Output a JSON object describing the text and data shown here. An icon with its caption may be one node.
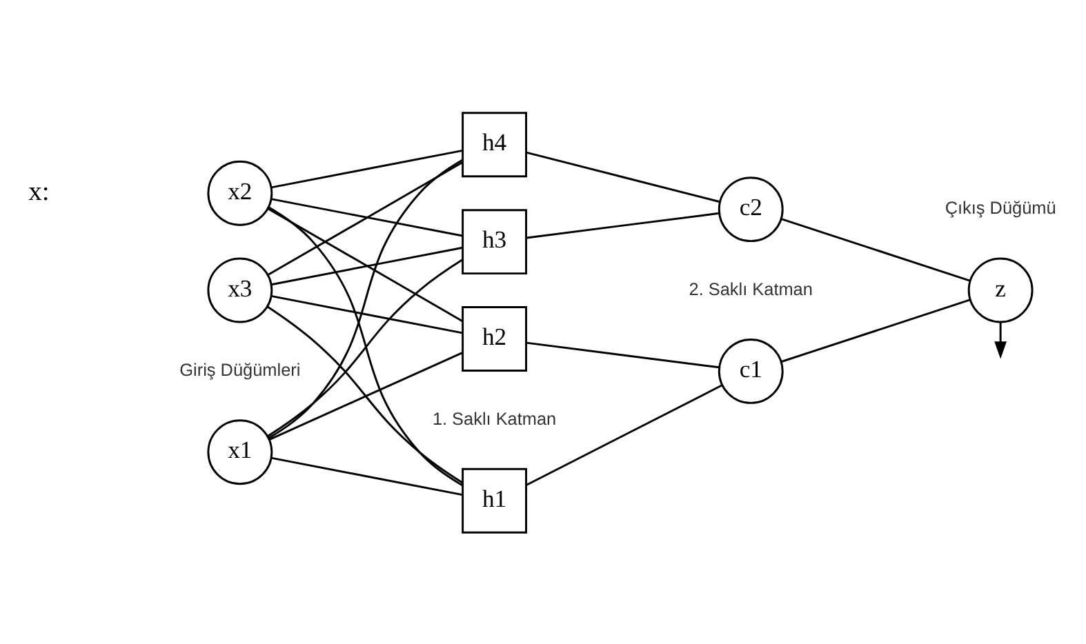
{
  "diagram": {
    "nodes": [
      {
        "text": [
          "x1"
        ]
      },
      {
        "text": [
          "x2"
        ]
      },
      {
        "text": [
          "x3"
        ]
      },
      {
        "text": [
          "h1"
        ]
      },
      {
        "text": [
          "h2"
        ]
      },
      {
        "text": [
          "h3"
        ]
      },
      {
        "text": [
          "h4"
        ]
      },
      {
        "text": [
          "c1"
        ]
      },
      {
        "text": [
          "c2"
        ]
      },
      {
        "text": [
          "z"
        ]
      }
    ],
    "edges": [
      {
        "from": 0,
        "to": 3,
        "arrow": "none"
      },
      {
        "from": 0,
        "to": 4,
        "arrow": "none"
      },
      {
        "from": 0,
        "to": 5,
        "arrow": "none"
      },
      {
        "from": 0,
        "to": 6,
        "arrow": "none"
      },
      {
        "from": 1,
        "to": 3,
        "arrow": "none"
      },
      {
        "from": 1,
        "to": 4,
        "arrow": "none"
      },
      {
        "from": 1,
        "to": 5,
        "arrow": "none"
      },
      {
        "from": 1,
        "to": 6,
        "arrow": "none"
      },
      {
        "from": 2,
        "to": 3,
        "arrow": "none"
      },
      {
        "from": 2,
        "to": 4,
        "arrow": "none"
      },
      {
        "from": 2,
        "to": 5,
        "arrow": "none"
      },
      {
        "from": 2,
        "to": 6,
        "arrow": "none"
      },
      {
        "from": 3,
        "to": 7,
        "arrow": "none"
      },
      {
        "from": 4,
        "to": 7,
        "arrow": "none"
      },
      {
        "from": 5,
        "to": 8,
        "arrow": "none"
      },
      {
        "from": 6,
        "to": 8,
        "arrow": "none"
      },
      {
        "from": 7,
        "to": 9,
        "arrow": "none"
      },
      {
        "from": 8,
        "to": 9,
        "arrow": "none"
      },
      {
        "from": 9,
        "to": null,
        "arrow": "to"
      }
    ],
    "labels": [
      "1. Saklı Katman",
      "Giriş Düğümleri",
      "2. Saklı Katman",
      "Çıkış Düğümü",
      "x:"
    ]
  }
}
